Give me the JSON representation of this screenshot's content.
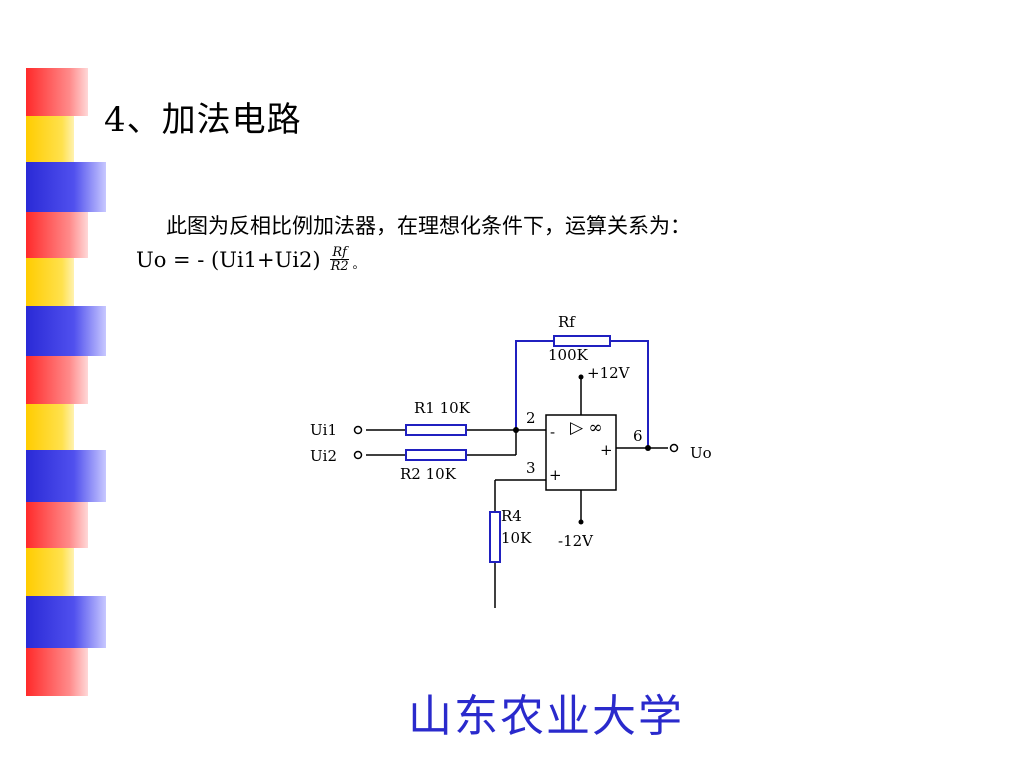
{
  "slide": {
    "title": "4、加法电路",
    "description": "此图为反相比例加法器，在理想化条件下，运算关系为：",
    "formula": {
      "prefix": "Uo = - (Ui1+Ui2)",
      "numerator": "Rf",
      "denominator": "R2",
      "suffix": "。"
    }
  },
  "circuit": {
    "input1_label": "Ui1",
    "input2_label": "Ui2",
    "output_label": "Uo",
    "rf_label": "Rf",
    "rf_value": "100K",
    "r1_label": "R1 10K",
    "r2_label": "R2 10K",
    "r4_label": "R4",
    "r4_value": "10K",
    "vpos": "+12V",
    "vneg": "-12V",
    "pin_inverting": "2",
    "pin_noninverting": "3",
    "pin_output": "6",
    "minus_sign": "-",
    "plus_sign": "+",
    "plus_sign_out": "+",
    "opamp_symbol": "▷ ∞"
  },
  "footer": {
    "brand": "山东农业大学"
  },
  "colors": {
    "wire_blue": "#2020c0",
    "brand_blue": "#2a2acc",
    "deco_red": "#ff2a2a",
    "deco_yellow": "#ffcc00",
    "deco_blue": "#2a2ad6"
  }
}
